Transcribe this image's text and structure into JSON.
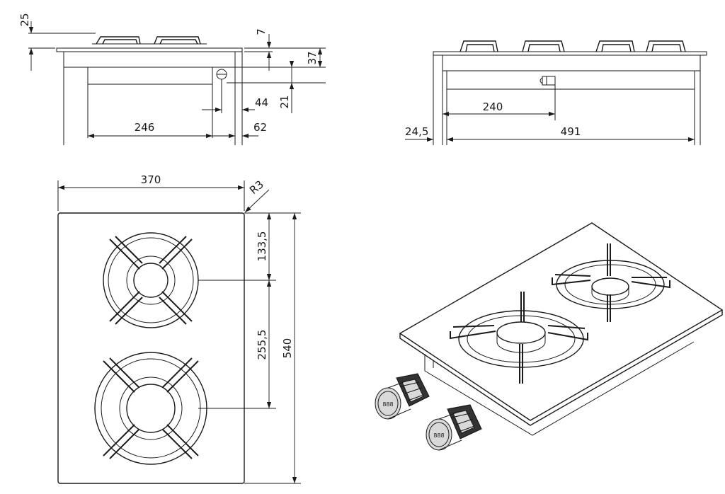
{
  "dimensions": {
    "side_gap": "25",
    "side_top_plate": "7",
    "side_depth": "37",
    "side_connector_height": "21",
    "side_connector_offset": "44",
    "side_body_width": "246",
    "side_edge_offset": "62",
    "front_connector_position": "240",
    "front_overhang": "24,5",
    "front_body_width": "491",
    "top_width": "370",
    "top_corner_radius": "R3",
    "top_burner_offset": "133,5",
    "top_burner_spacing": "255,5",
    "top_depth": "540"
  },
  "knob_labels": [
    "888",
    "888"
  ]
}
